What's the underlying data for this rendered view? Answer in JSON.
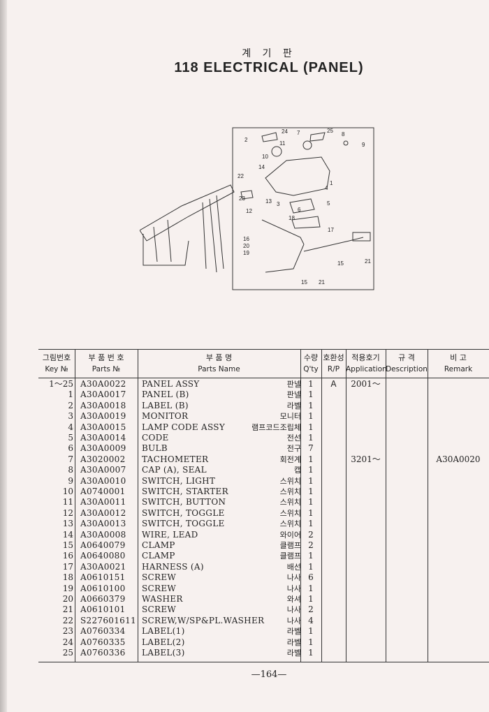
{
  "title": {
    "korean": "계 기 판",
    "english": "118  ELECTRICAL (PANEL)"
  },
  "diagram": {
    "callouts": [
      "2",
      "24",
      "7",
      "25",
      "8",
      "9",
      "11",
      "10",
      "14",
      "22",
      "1",
      "23",
      "4",
      "5",
      "3",
      "6",
      "13",
      "12",
      "18",
      "17",
      "16",
      "20",
      "19",
      "15",
      "21",
      "15",
      "21"
    ]
  },
  "table": {
    "headers": [
      {
        "kr": "그림번호",
        "en": "Key №"
      },
      {
        "kr": "부 품 번 호",
        "en": "Parts №"
      },
      {
        "kr": "부          품          명",
        "en": "Parts    Name"
      },
      {
        "kr": "수량",
        "en": "Q'ty"
      },
      {
        "kr": "호환성",
        "en": "R/P"
      },
      {
        "kr": "적용호기",
        "en": "Application"
      },
      {
        "kr": "규    격",
        "en": "Description"
      },
      {
        "kr": "비          고",
        "en": "Remark"
      }
    ],
    "rows": [
      {
        "key": "1～25",
        "part": "A30A0022",
        "name": "PANEL ASSY",
        "kr": "판넬",
        "qty": "1",
        "rp": "A",
        "app": "2001～",
        "remark": ""
      },
      {
        "key": "1",
        "part": "A30A0017",
        "name": "PANEL (B)",
        "kr": "판넬",
        "qty": "1",
        "rp": "",
        "app": "",
        "remark": ""
      },
      {
        "key": "2",
        "part": "A30A0018",
        "name": "LABEL (B)",
        "kr": "라벨",
        "qty": "1",
        "rp": "",
        "app": "",
        "remark": ""
      },
      {
        "key": "3",
        "part": "A30A0019",
        "name": "MONITOR",
        "kr": "모니터",
        "qty": "1",
        "rp": "",
        "app": "",
        "remark": ""
      },
      {
        "key": "4",
        "part": "A30A0015",
        "name": "LAMP CODE ASSY",
        "kr": "램프코드조립체",
        "qty": "1",
        "rp": "",
        "app": "",
        "remark": ""
      },
      {
        "key": "5",
        "part": "A30A0014",
        "name": "CODE",
        "kr": "전선",
        "qty": "1",
        "rp": "",
        "app": "",
        "remark": ""
      },
      {
        "key": "6",
        "part": "A30A0009",
        "name": "BULB",
        "kr": "전구",
        "qty": "7",
        "rp": "",
        "app": "",
        "remark": ""
      },
      {
        "key": "7",
        "part": "A3020002",
        "name": "TACHOMETER",
        "kr": "회전계",
        "qty": "1",
        "rp": "",
        "app": "3201～",
        "remark": "A30A0020"
      },
      {
        "key": "8",
        "part": "A30A0007",
        "name": "CAP (A), SEAL",
        "kr": "캡",
        "qty": "1",
        "rp": "",
        "app": "",
        "remark": ""
      },
      {
        "key": "9",
        "part": "A30A0010",
        "name": "SWITCH, LIGHT",
        "kr": "스위치",
        "qty": "1",
        "rp": "",
        "app": "",
        "remark": ""
      },
      {
        "key": "10",
        "part": "A0740001",
        "name": "SWITCH, STARTER",
        "kr": "스위치",
        "qty": "1",
        "rp": "",
        "app": "",
        "remark": ""
      },
      {
        "key": "11",
        "part": "A30A0011",
        "name": "SWITCH, BUTTON",
        "kr": "스위치",
        "qty": "1",
        "rp": "",
        "app": "",
        "remark": ""
      },
      {
        "key": "12",
        "part": "A30A0012",
        "name": "SWITCH, TOGGLE",
        "kr": "스위치",
        "qty": "1",
        "rp": "",
        "app": "",
        "remark": ""
      },
      {
        "key": "13",
        "part": "A30A0013",
        "name": "SWITCH, TOGGLE",
        "kr": "스위치",
        "qty": "1",
        "rp": "",
        "app": "",
        "remark": ""
      },
      {
        "key": "14",
        "part": "A30A0008",
        "name": "WIRE, LEAD",
        "kr": "와이어",
        "qty": "2",
        "rp": "",
        "app": "",
        "remark": ""
      },
      {
        "key": "15",
        "part": "A0640079",
        "name": "CLAMP",
        "kr": "클램프",
        "qty": "2",
        "rp": "",
        "app": "",
        "remark": ""
      },
      {
        "key": "16",
        "part": "A0640080",
        "name": "CLAMP",
        "kr": "클램프",
        "qty": "1",
        "rp": "",
        "app": "",
        "remark": ""
      },
      {
        "key": "17",
        "part": "A30A0021",
        "name": "HARNESS (A)",
        "kr": "배선",
        "qty": "1",
        "rp": "",
        "app": "",
        "remark": ""
      },
      {
        "key": "18",
        "part": "A0610151",
        "name": "SCREW",
        "kr": "나사",
        "qty": "6",
        "rp": "",
        "app": "",
        "remark": ""
      },
      {
        "key": "19",
        "part": "A0610100",
        "name": "SCREW",
        "kr": "나사",
        "qty": "1",
        "rp": "",
        "app": "",
        "remark": ""
      },
      {
        "key": "20",
        "part": "A0660379",
        "name": "WASHER",
        "kr": "와셔",
        "qty": "1",
        "rp": "",
        "app": "",
        "remark": ""
      },
      {
        "key": "21",
        "part": "A0610101",
        "name": "SCREW",
        "kr": "나사",
        "qty": "2",
        "rp": "",
        "app": "",
        "remark": ""
      },
      {
        "key": "22",
        "part": "S227601611",
        "name": "SCREW,W/SP&PL.WASHER",
        "kr": "나사",
        "qty": "4",
        "rp": "",
        "app": "",
        "remark": ""
      },
      {
        "key": "23",
        "part": "A0760334",
        "name": "LABEL(1)",
        "kr": "라벨",
        "qty": "1",
        "rp": "",
        "app": "",
        "remark": ""
      },
      {
        "key": "24",
        "part": "A0760335",
        "name": "LABEL(2)",
        "kr": "라벨",
        "qty": "1",
        "rp": "",
        "app": "",
        "remark": ""
      },
      {
        "key": "25",
        "part": "A0760336",
        "name": "LABEL(3)",
        "kr": "라벨",
        "qty": "1",
        "rp": "",
        "app": "",
        "remark": ""
      }
    ]
  },
  "page_number": "—164—"
}
